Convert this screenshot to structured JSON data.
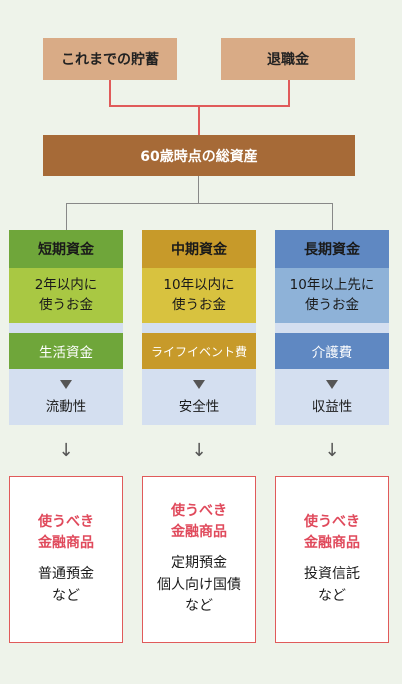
{
  "top": {
    "savings": "これまでの貯蓄",
    "retirement": "退職金"
  },
  "total_assets": "60歳時点の総資産",
  "columns": [
    {
      "header": "短期資金",
      "desc": "2年以内に\n使うお金",
      "use": "生活資金",
      "feature": "流動性",
      "product_title": "使うべき\n金融商品",
      "product_body": "普通預金\nなど",
      "colors": {
        "header": "#6fa63a",
        "desc": "#a9c843",
        "use": "#6fa63a"
      }
    },
    {
      "header": "中期資金",
      "desc": "10年以内に\n使うお金",
      "use": "ライフイベント費",
      "feature": "安全性",
      "product_title": "使うべき\n金融商品",
      "product_body": "定期預金\n個人向け国債\nなど",
      "colors": {
        "header": "#c79a2a",
        "desc": "#d8c23f",
        "use": "#c79a2a"
      }
    },
    {
      "header": "長期資金",
      "desc": "10年以上先に\n使うお金",
      "use": "介護費",
      "feature": "収益性",
      "product_title": "使うべき\n金融商品",
      "product_body": "投資信託\nなど",
      "colors": {
        "header": "#5f88c2",
        "desc": "#8eb2d8",
        "use": "#5f88c2"
      }
    }
  ]
}
